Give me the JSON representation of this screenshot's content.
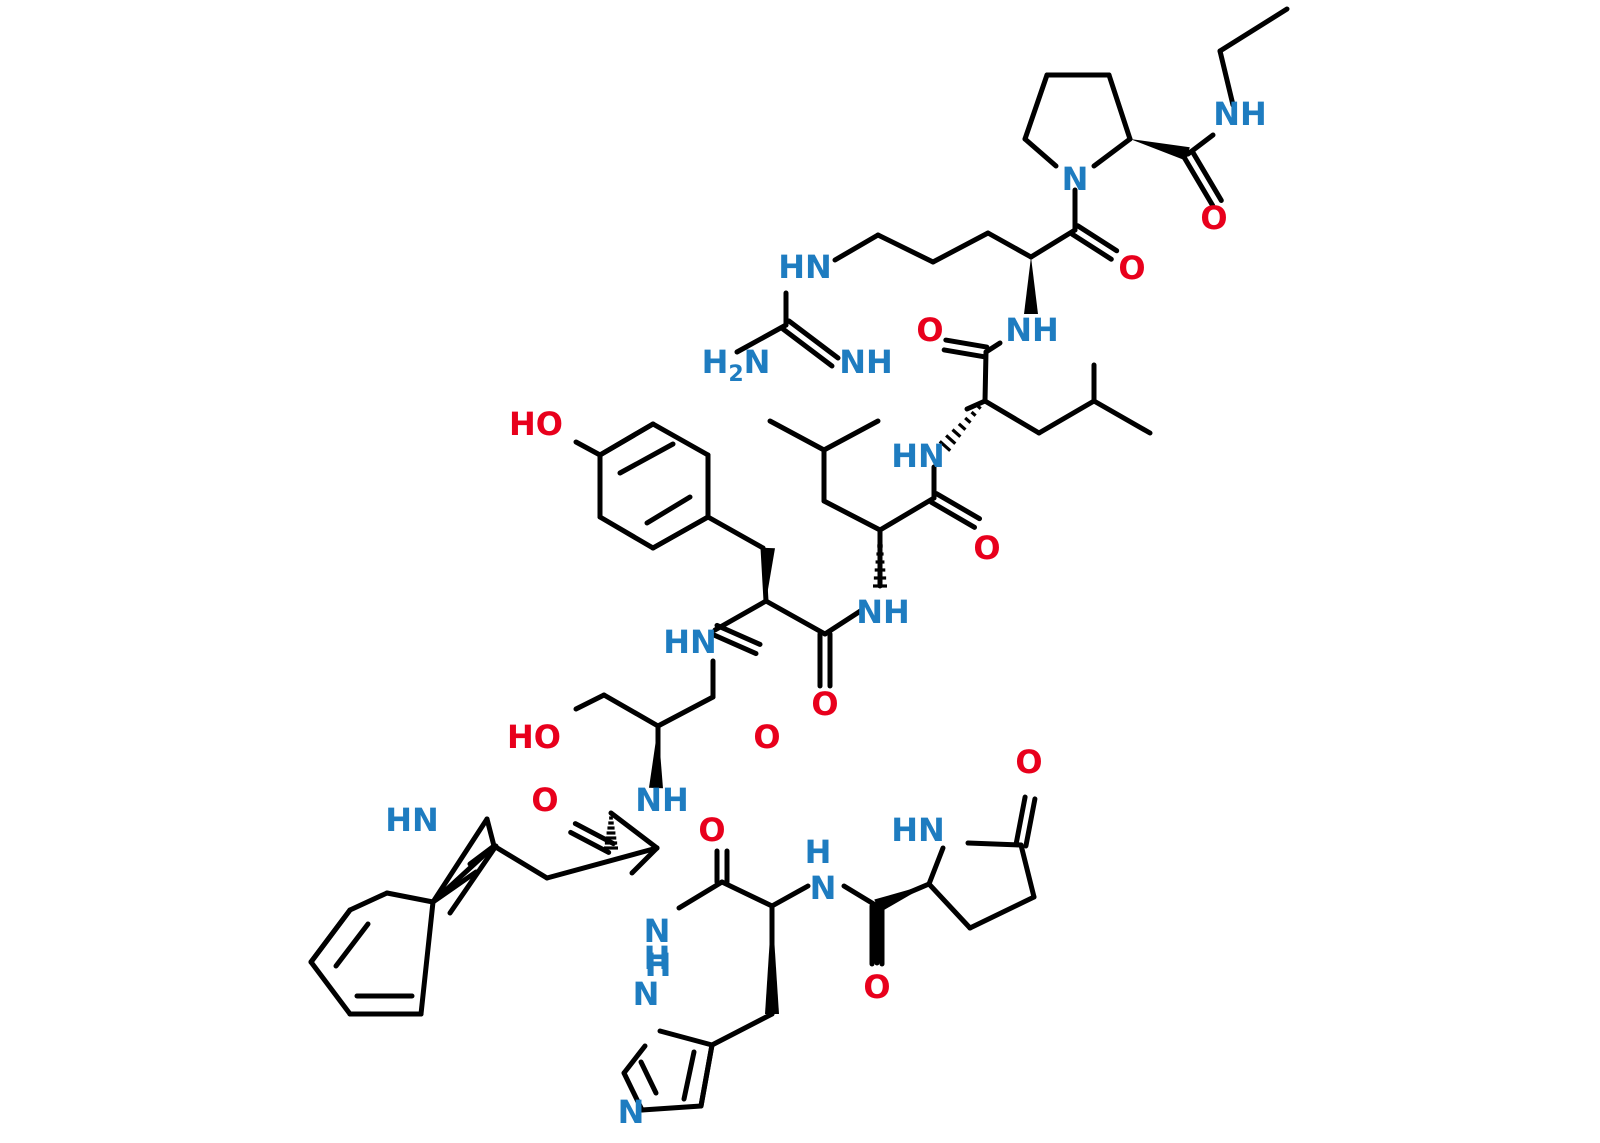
{
  "colors": {
    "bond": "#000000",
    "nitrogen": "#1E7CC0",
    "oxygen": "#E8001C"
  },
  "labels": [
    {
      "id": "nh-ethyl",
      "text": "NH",
      "el": "N"
    },
    {
      "id": "n-pro",
      "text": "N",
      "el": "N"
    },
    {
      "id": "o-pro",
      "text": "O",
      "el": "O"
    },
    {
      "id": "o-arg",
      "text": "O",
      "el": "O"
    },
    {
      "id": "hn-guan",
      "text": "HN",
      "el": "N"
    },
    {
      "id": "nh-arg",
      "text": "NH",
      "el": "N"
    },
    {
      "id": "h2n-guan",
      "text": "H",
      "sub": "2",
      "tail": "N",
      "el": "N"
    },
    {
      "id": "nh-imine",
      "text": "NH",
      "el": "N"
    },
    {
      "id": "o-leu1",
      "text": "O",
      "el": "O"
    },
    {
      "id": "ho-tyr",
      "text": "HO",
      "el": "O"
    },
    {
      "id": "hn-leu1",
      "text": "HN",
      "el": "N"
    },
    {
      "id": "o-leu2",
      "text": "O",
      "el": "O"
    },
    {
      "id": "nh-leu2",
      "text": "NH",
      "el": "N"
    },
    {
      "id": "hn-tyr",
      "text": "HN",
      "el": "N"
    },
    {
      "id": "o-tyr",
      "text": "O",
      "el": "O"
    },
    {
      "id": "ho-ser",
      "text": "HO",
      "el": "O"
    },
    {
      "id": "o-ser",
      "text": "O",
      "el": "O"
    },
    {
      "id": "o-trp",
      "text": "O",
      "el": "O"
    },
    {
      "id": "nh-ser",
      "text": "NH",
      "el": "N"
    },
    {
      "id": "hn-indole",
      "text": "HN",
      "el": "N"
    },
    {
      "id": "o-his",
      "text": "O",
      "el": "O"
    },
    {
      "id": "h-his",
      "text": "H",
      "el": "N"
    },
    {
      "id": "n-his",
      "text": "N",
      "el": "N"
    },
    {
      "id": "hn-pyro",
      "text": "HN",
      "el": "N"
    },
    {
      "id": "o-pyro-ring",
      "text": "O",
      "el": "O"
    },
    {
      "id": "nh-trp",
      "text": "N",
      "el": "N"
    },
    {
      "id": "h-trp",
      "text": "H",
      "el": "N"
    },
    {
      "id": "h-imid",
      "text": "H",
      "el": "N"
    },
    {
      "id": "n-imid-nh",
      "text": "N",
      "el": "N"
    },
    {
      "id": "n-imid",
      "text": "N",
      "el": "N"
    },
    {
      "id": "o-pyro-amide",
      "text": "O",
      "el": "O"
    }
  ]
}
